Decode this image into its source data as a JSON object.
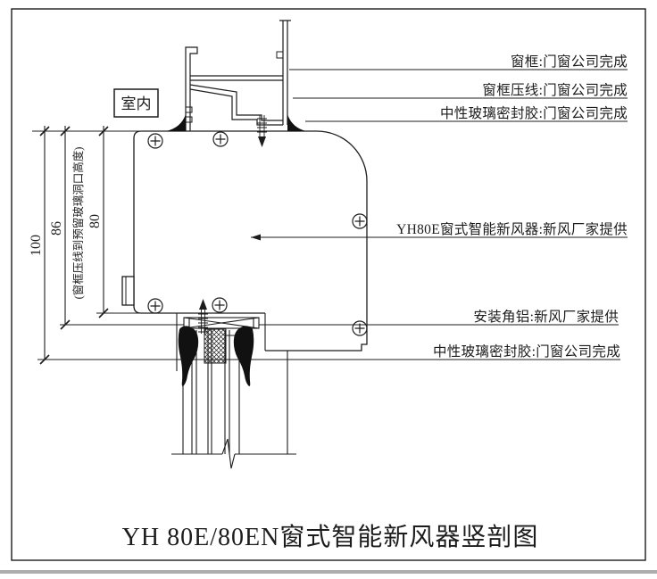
{
  "page": {
    "background": "#ffffff",
    "line_color": "#1c1c1c",
    "footer_bar_color": "#adadad"
  },
  "drawing": {
    "title": "YH 80E/80EN窗式智能新风器竖剖图",
    "room_label": "室内",
    "annotations": [
      {
        "id": "window-frame",
        "text": "窗框:门窗公司完成"
      },
      {
        "id": "frame-bead",
        "text": "窗框压线:门窗公司完成"
      },
      {
        "id": "glass-sealant-top",
        "text": "中性玻璃密封胶:门窗公司完成"
      },
      {
        "id": "fresh-air-unit",
        "text": "YH80E窗式智能新风器:新风厂家提供"
      },
      {
        "id": "mounting-angle",
        "text": "安装角铝:新风厂家提供"
      },
      {
        "id": "glass-sealant-bottom",
        "text": "中性玻璃密封胶:门窗公司完成"
      }
    ],
    "dimensions": {
      "overall": "100",
      "middle": "86",
      "inner": "80",
      "middle_note": "(窗框压线到预留玻璃洞口高度)"
    }
  }
}
